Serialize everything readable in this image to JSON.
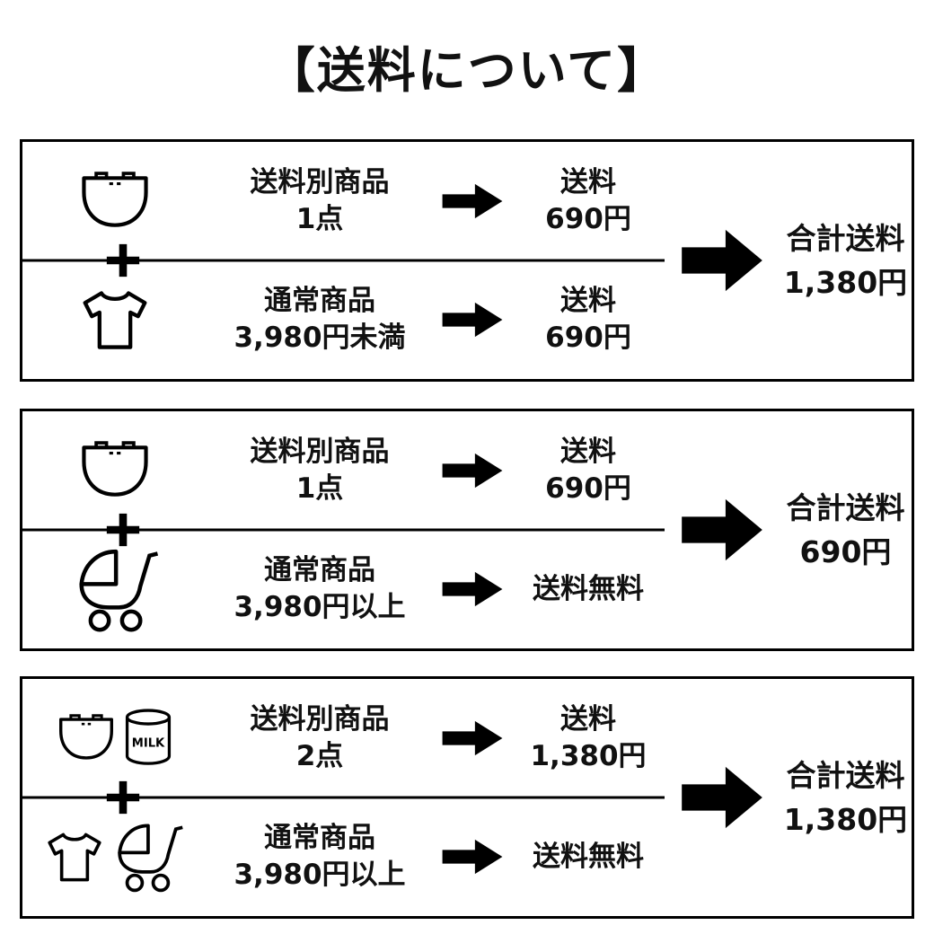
{
  "title": "【送料について】",
  "icons": {
    "plus": "+",
    "arrow_right": "➡",
    "milk_label": "MILK"
  },
  "boxes": [
    {
      "rows": [
        {
          "label": [
            "送料別商品",
            "1点"
          ],
          "result": [
            "送料",
            "690円"
          ]
        },
        {
          "label": [
            "通常商品",
            "3,980円未満"
          ],
          "result": [
            "送料",
            "690円"
          ]
        }
      ],
      "total": [
        "合計送料",
        "1,380円"
      ]
    },
    {
      "rows": [
        {
          "label": [
            "送料別商品",
            "1点"
          ],
          "result": [
            "送料",
            "690円"
          ]
        },
        {
          "label": [
            "通常商品",
            "3,980円以上"
          ],
          "result": [
            "送料無料"
          ]
        }
      ],
      "total": [
        "合計送料",
        "690円"
      ]
    },
    {
      "rows": [
        {
          "label": [
            "送料別商品",
            "2点"
          ],
          "result": [
            "送料",
            "1,380円"
          ]
        },
        {
          "label": [
            "通常商品",
            "3,980円以上"
          ],
          "result": [
            "送料無料"
          ]
        }
      ],
      "total": [
        "合計送料",
        "1,380円"
      ]
    }
  ]
}
